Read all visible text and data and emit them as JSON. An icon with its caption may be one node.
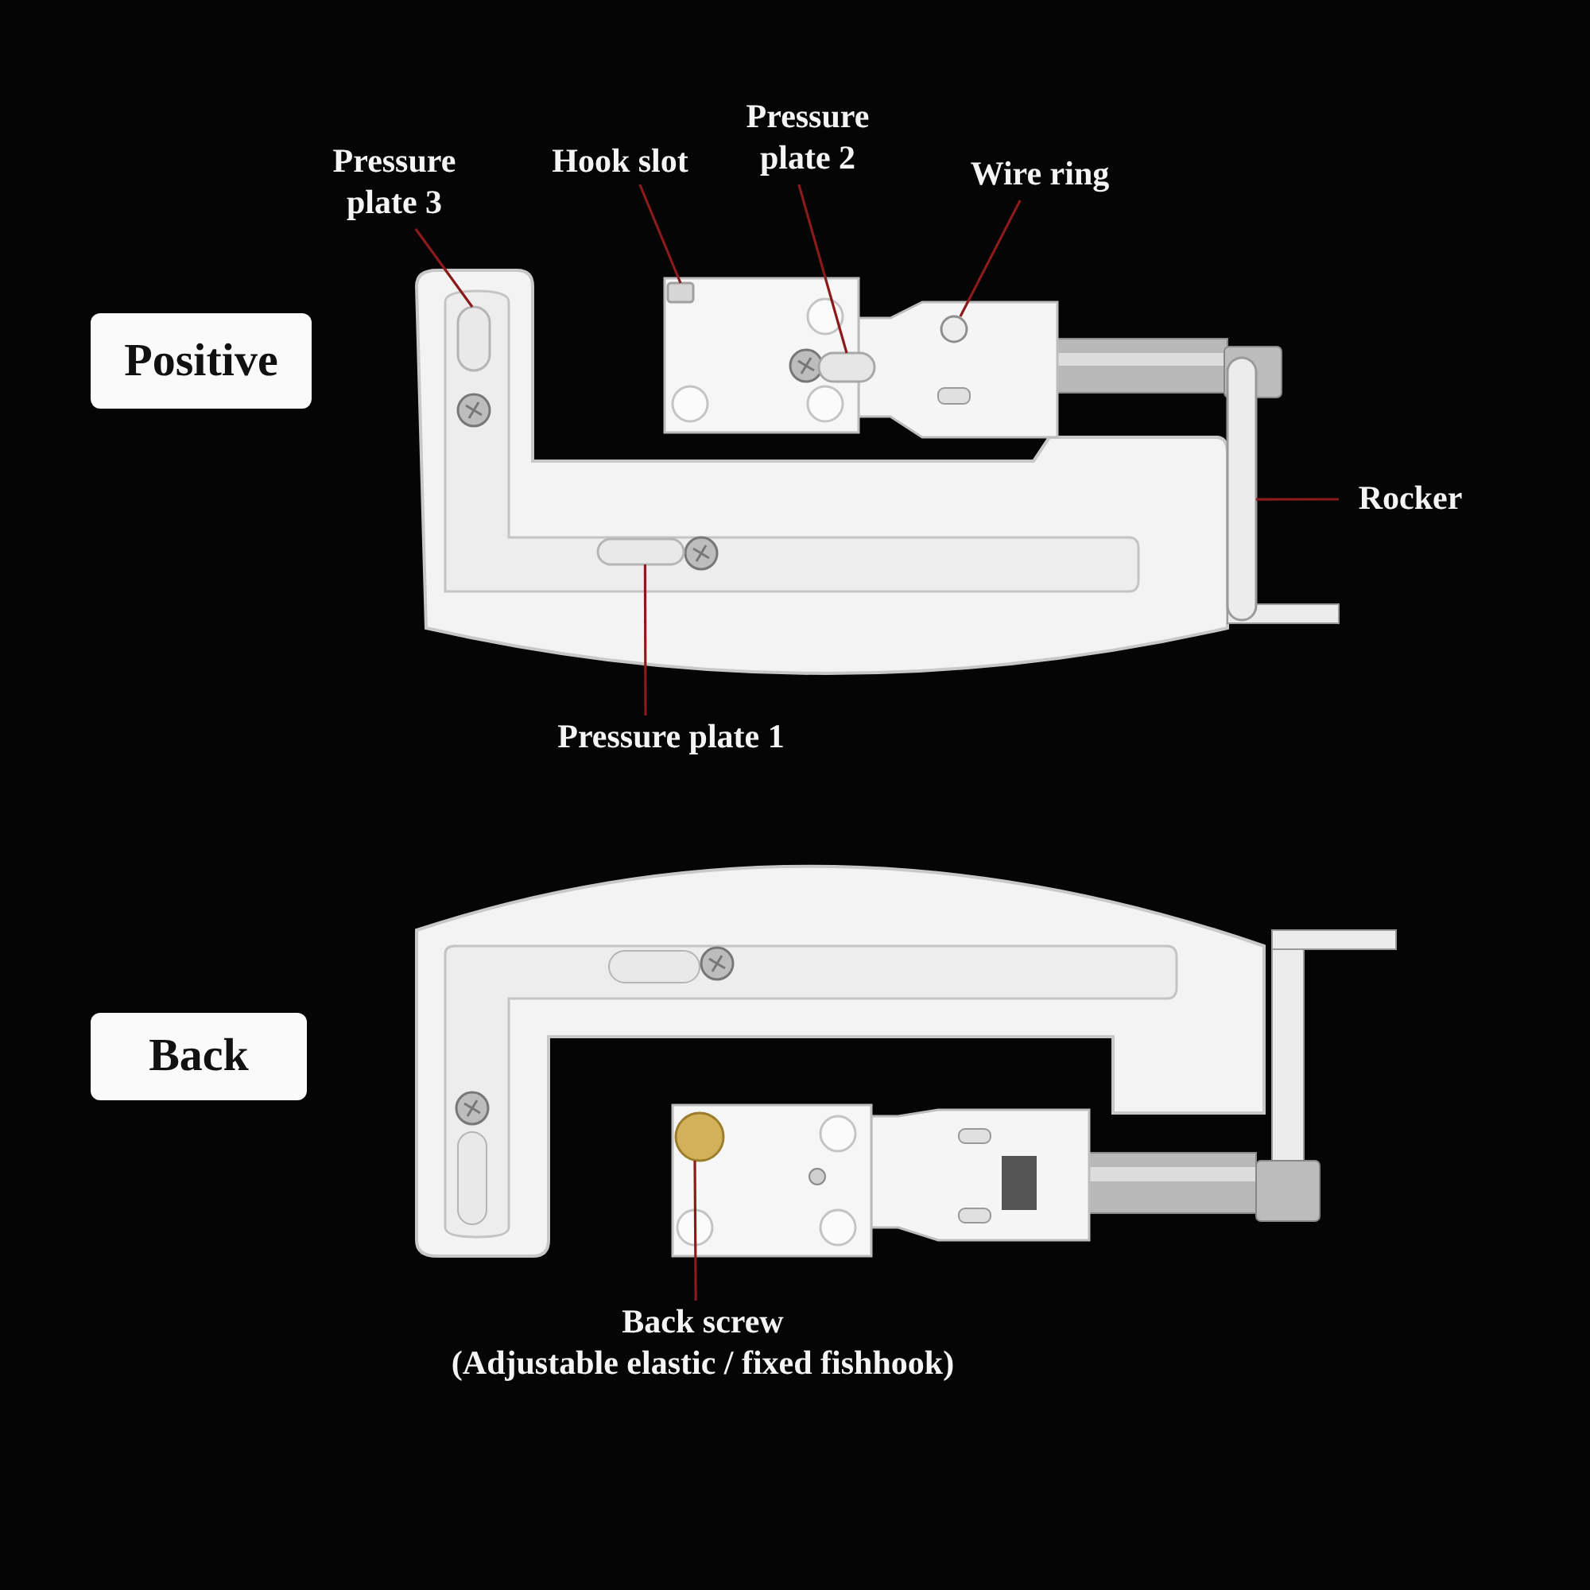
{
  "diagram": {
    "nodes": [
      {
        "text": [
          "Positive"
        ]
      },
      {
        "text": [
          "Back"
        ]
      },
      {
        "text": [
          "Pressure plate 3"
        ]
      },
      {
        "text": [
          "Hook slot"
        ]
      },
      {
        "text": [
          "Pressure plate 2"
        ]
      },
      {
        "text": [
          "Wire ring"
        ]
      },
      {
        "text": [
          "Rocker"
        ]
      },
      {
        "text": [
          "Pressure plate 1"
        ]
      },
      {
        "text": [
          "Back screw",
          "(Adjustable elastic / fixed fishhook)"
        ]
      },
      {
        "text": [],
        "shape": "bar"
      },
      {
        "text": [],
        "shape": "box"
      },
      {
        "text": [],
        "shape": "bar"
      },
      {
        "text": [],
        "shape": "circle"
      },
      {
        "text": [],
        "shape": "bar"
      },
      {
        "text": [],
        "shape": "bar"
      },
      {
        "text": [],
        "shape": "circle"
      }
    ],
    "edges": [
      {
        "from": 2,
        "to": 9,
        "arrow": "none"
      },
      {
        "from": 3,
        "to": 10,
        "arrow": "none"
      },
      {
        "from": 4,
        "to": 11,
        "arrow": "none"
      },
      {
        "from": 5,
        "to": 12,
        "arrow": "none"
      },
      {
        "from": 6,
        "to": 13,
        "arrow": "none"
      },
      {
        "from": 7,
        "to": 14,
        "arrow": "none"
      },
      {
        "from": 8,
        "to": 15,
        "arrow": "none"
      }
    ]
  }
}
